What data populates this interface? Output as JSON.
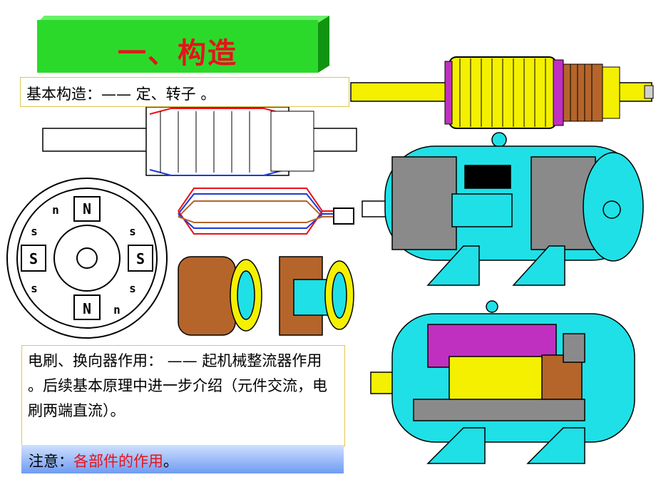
{
  "title": "一、构造",
  "basic_structure": "基本构造：—— 定、转子 。",
  "brush_text": "电刷、换向器作用： —— 起机械整流器作用 。后续基本原理中进一步介绍（元件交流，电刷两端直流）。",
  "note": {
    "prefix": "注意：",
    "highlight": "各部件的作用",
    "suffix": "。"
  },
  "stator_poles": [
    "N",
    "N",
    "S",
    "S",
    "n",
    "n",
    "s",
    "s",
    "s",
    "s"
  ],
  "colors": {
    "title_green": "#2bd92b",
    "title_red": "#e8121b",
    "motor_cyan": "#1fe0e6",
    "armature_yellow": "#f4f000",
    "commutator_brown": "#b5652a"
  }
}
